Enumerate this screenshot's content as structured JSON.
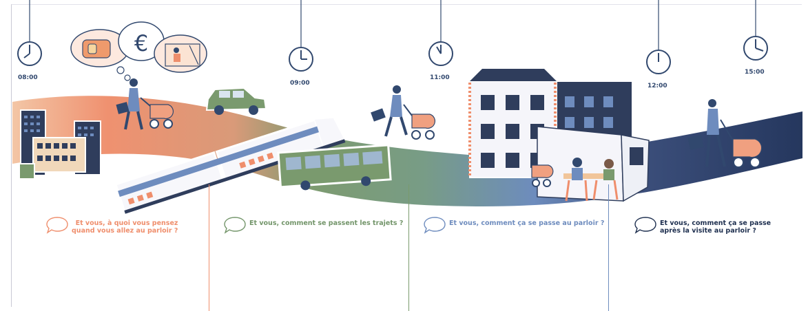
{
  "clocks": [
    {
      "time": "08:00"
    },
    {
      "time": "09:00"
    },
    {
      "time": "11:00"
    },
    {
      "time": "12:00"
    },
    {
      "time": "15:00"
    }
  ],
  "thought_symbol": "€",
  "questions": [
    {
      "lines": [
        "Et vous, à quoi vous pensez",
        "quand vous allez au parloir ?"
      ],
      "color": "#ef8e6c"
    },
    {
      "lines": [
        "Et vous, comment se passent les trajets ?"
      ],
      "color": "#73956a"
    },
    {
      "lines": [
        "Et vous, comment ça se passe au parloir ?"
      ],
      "color": "#6e8cbe"
    },
    {
      "lines": [
        "Et vous, comment ça se passe",
        "après la visite au parloir ?"
      ],
      "color": "#1e2f4f"
    }
  ],
  "colors": {
    "orange": "#ef8e6c",
    "green": "#7a9a6e",
    "blue": "#6e8cbe",
    "navy": "#2b3c62",
    "building": "#2f3d5c"
  }
}
